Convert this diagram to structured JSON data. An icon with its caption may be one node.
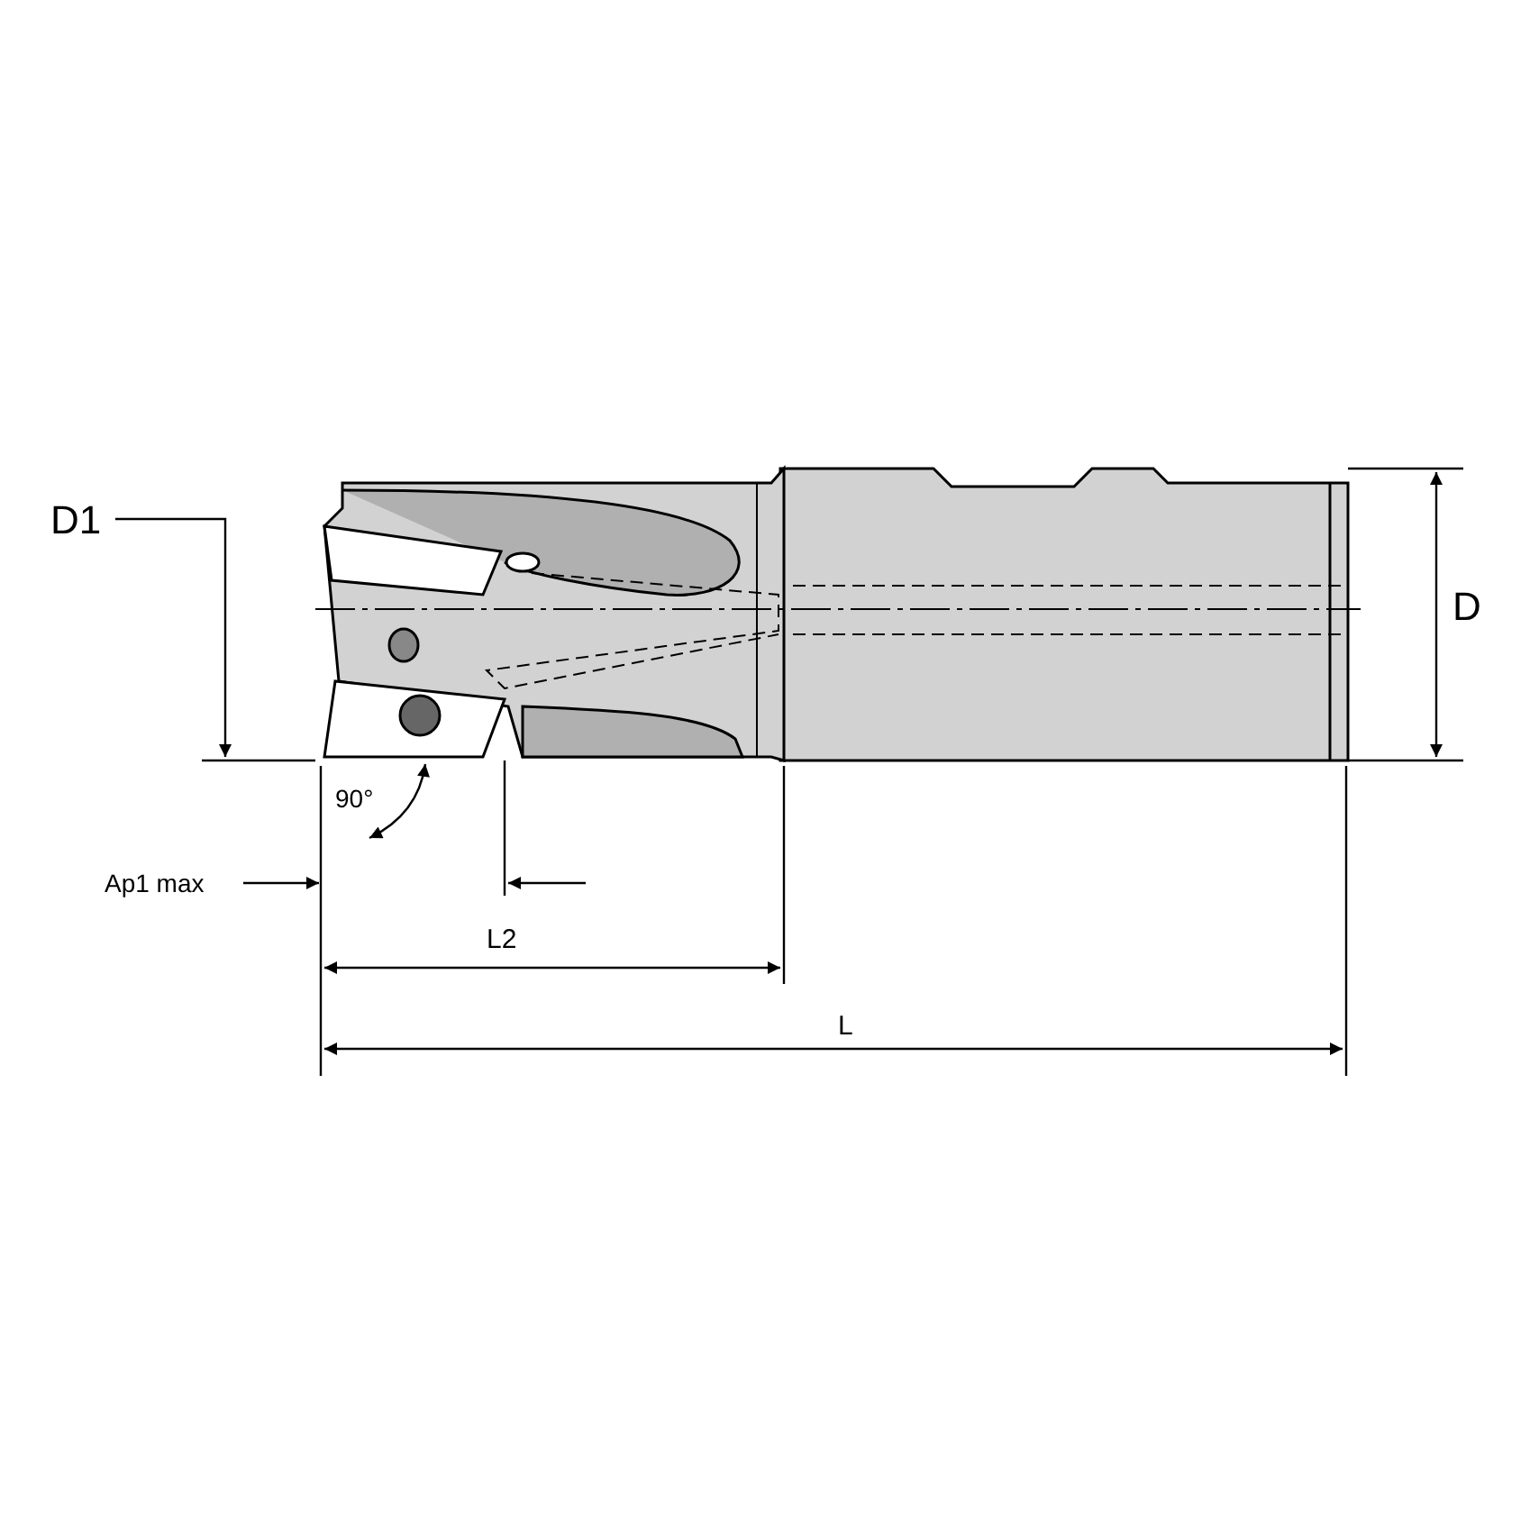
{
  "diagram": {
    "labels": [
      "D1",
      "D",
      "90°",
      "Ap1 max",
      "L2",
      "L"
    ]
  }
}
